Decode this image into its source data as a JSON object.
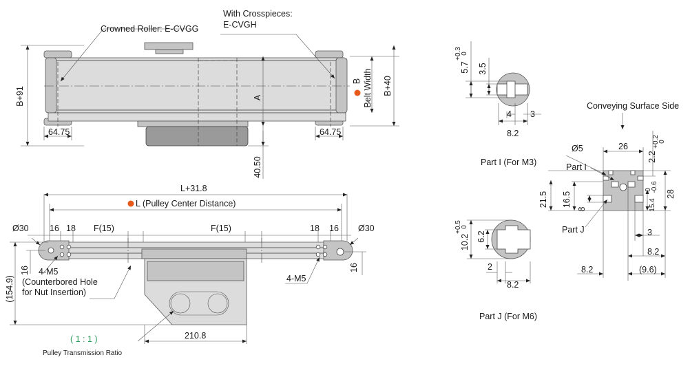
{
  "colors": {
    "accent": "#e85a1c",
    "ratio_green": "#2a9d5c",
    "line": "#333333",
    "body_fill": "#dcdcdc"
  },
  "top_view": {
    "crowned_roller": "Crowned Roller: E-CVGG",
    "with_crosspieces_1": "With Crosspieces:",
    "with_crosspieces_2": "E-CVGH",
    "dim_b91": "B+91",
    "dim_a": "A",
    "dim_b_num": "B",
    "belt_width": "Belt Width",
    "dim_b40": "B+40",
    "dim_6475_left": "64.75",
    "dim_6475_right": "64.75",
    "dim_4050": "40.50"
  },
  "side_view": {
    "dim_l318": "L+31.8",
    "pulley_center": "L (Pulley Center Distance)",
    "dia30_left": "Ø30",
    "dia30_right": "Ø30",
    "dim_16_a": "16",
    "dim_18_a": "18",
    "f15_left": "F(15)",
    "f15_right": "F(15)",
    "dim_18_b": "18",
    "dim_16_b": "16",
    "dim_16_c": "16",
    "dim_16_d": "16",
    "m5_left": "4-M5",
    "m5_right": "4-M5",
    "counterbored_1": "(Counterbored Hole",
    "counterbored_2": "for Nut Insertion)",
    "dim_1549": "(154.9)",
    "dim_2108": "210.8",
    "ratio": "( 1 : 1 )",
    "ratio_label": "Pulley Transmission Ratio"
  },
  "part_i": {
    "dim_57": "5.7",
    "tol_57_up": "+0.3",
    "tol_57_lo": "0",
    "dim_35": "3.5",
    "dim_4": "4",
    "dim_3": "3",
    "dim_82": "8.2",
    "label": "Part I (For M3)"
  },
  "part_j": {
    "dim_102": "10.2",
    "tol_102_up": "+0.5",
    "tol_102_lo": "0",
    "dim_62": "6.2",
    "dim_2": "2",
    "dim_82": "8.2",
    "label": "Part J (For M6)"
  },
  "section": {
    "conveying_side": "Conveying Surface Side",
    "dia5": "Ø5",
    "dim_26": "26",
    "dim_22": "2.2",
    "tol_22_up": "+0.2",
    "tol_22_lo": "0",
    "part_i": "Part I",
    "dim_215": "21.5",
    "dim_165": "16.5",
    "dim_8": "8",
    "dim_28": "28",
    "dim_154": "15.4",
    "tol_154_up": "0",
    "tol_154_lo": "-0.6",
    "part_j": "Part J",
    "dim_3": "3",
    "dim_82_a": "8.2",
    "dim_82_b": "8.2",
    "dim_96": "(9.6)"
  }
}
